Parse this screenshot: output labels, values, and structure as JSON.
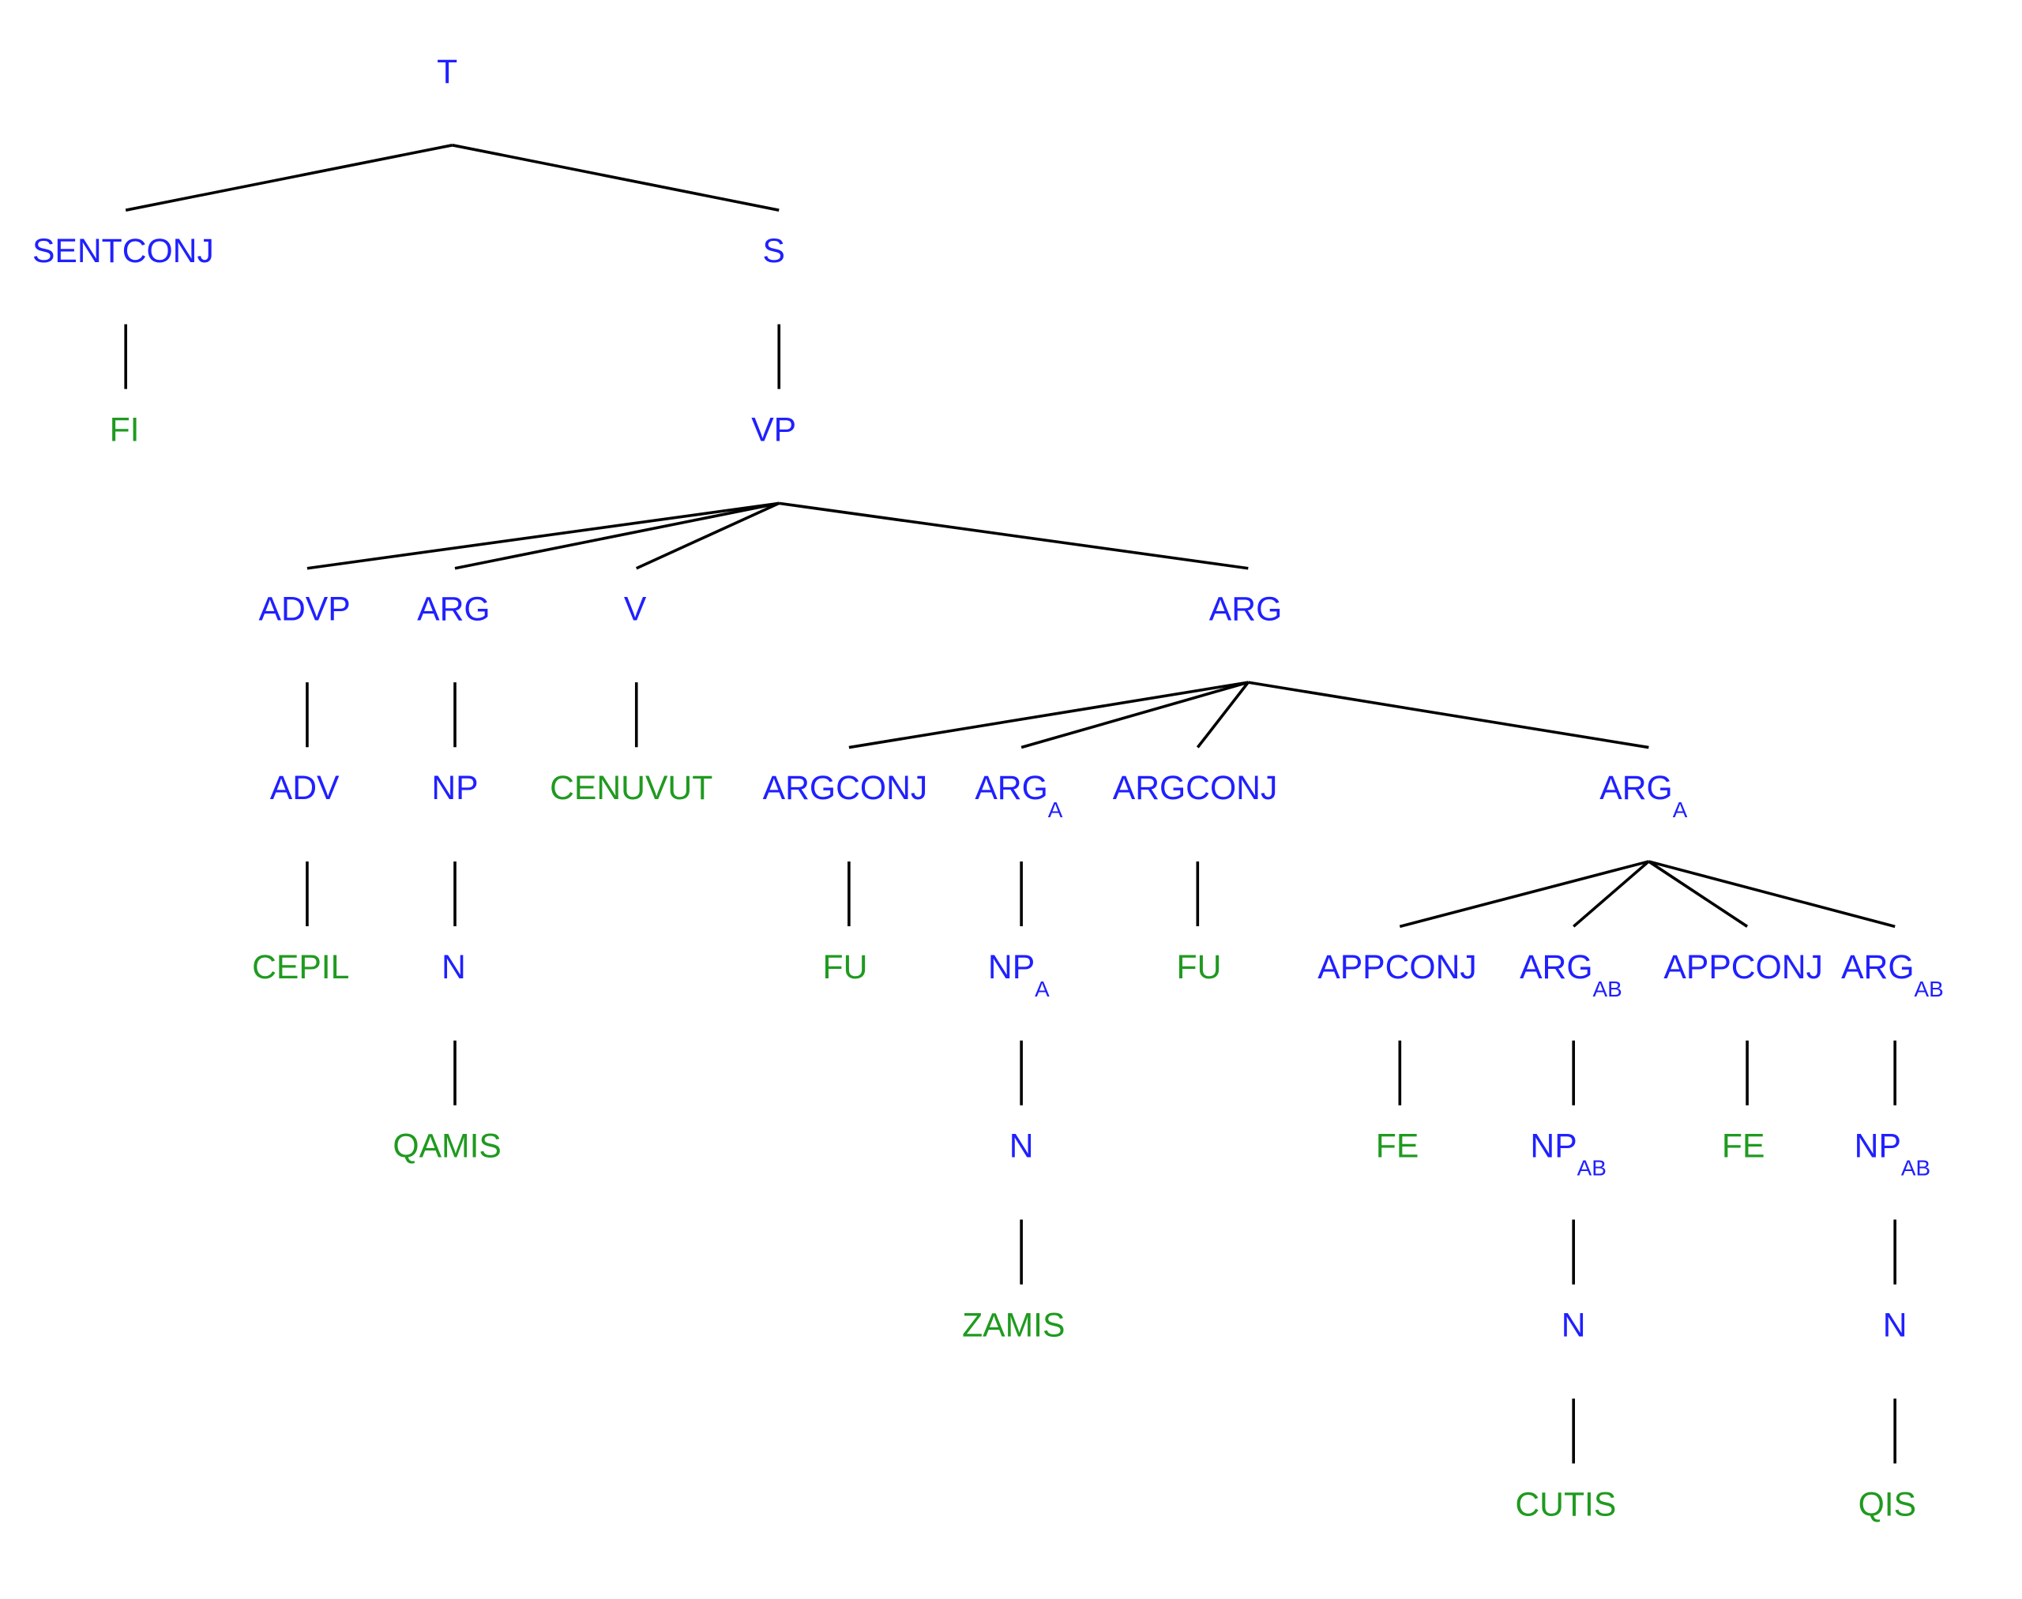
{
  "colors": {
    "nonterminal": "#2020ff",
    "terminal": "#1f9a1f",
    "edge": "#000000"
  },
  "tree": {
    "nodes": [
      {
        "label": "T",
        "sub": "",
        "kind": "nonterminal",
        "parent": -1
      },
      {
        "label": "SENTCONJ",
        "sub": "",
        "kind": "nonterminal",
        "parent": 0
      },
      {
        "label": "S",
        "sub": "",
        "kind": "nonterminal",
        "parent": 0
      },
      {
        "label": "FI",
        "sub": "",
        "kind": "terminal",
        "parent": 1
      },
      {
        "label": "VP",
        "sub": "",
        "kind": "nonterminal",
        "parent": 2
      },
      {
        "label": "ADVP",
        "sub": "",
        "kind": "nonterminal",
        "parent": 4
      },
      {
        "label": "ARG",
        "sub": "",
        "kind": "nonterminal",
        "parent": 4
      },
      {
        "label": "V",
        "sub": "",
        "kind": "nonterminal",
        "parent": 4
      },
      {
        "label": "ARG",
        "sub": "",
        "kind": "nonterminal",
        "parent": 4
      },
      {
        "label": "ADV",
        "sub": "",
        "kind": "nonterminal",
        "parent": 5
      },
      {
        "label": "NP",
        "sub": "",
        "kind": "nonterminal",
        "parent": 6
      },
      {
        "label": "CENUVUT",
        "sub": "",
        "kind": "terminal",
        "parent": 7
      },
      {
        "label": "ARGCONJ",
        "sub": "",
        "kind": "nonterminal",
        "parent": 8
      },
      {
        "label": "ARG",
        "sub": "A",
        "kind": "nonterminal",
        "parent": 8
      },
      {
        "label": "ARGCONJ",
        "sub": "",
        "kind": "nonterminal",
        "parent": 8
      },
      {
        "label": "ARG",
        "sub": "A",
        "kind": "nonterminal",
        "parent": 8
      },
      {
        "label": "CEPIL",
        "sub": "",
        "kind": "terminal",
        "parent": 9
      },
      {
        "label": "N",
        "sub": "",
        "kind": "nonterminal",
        "parent": 10
      },
      {
        "label": "FU",
        "sub": "",
        "kind": "terminal",
        "parent": 12
      },
      {
        "label": "NP",
        "sub": "A",
        "kind": "nonterminal",
        "parent": 13
      },
      {
        "label": "FU",
        "sub": "",
        "kind": "terminal",
        "parent": 14
      },
      {
        "label": "APPCONJ",
        "sub": "",
        "kind": "nonterminal",
        "parent": 15
      },
      {
        "label": "ARG",
        "sub": "AB",
        "kind": "nonterminal",
        "parent": 15
      },
      {
        "label": "APPCONJ",
        "sub": "",
        "kind": "nonterminal",
        "parent": 15
      },
      {
        "label": "ARG",
        "sub": "AB",
        "kind": "nonterminal",
        "parent": 15
      },
      {
        "label": "QAMIS",
        "sub": "",
        "kind": "terminal",
        "parent": 17
      },
      {
        "label": "N",
        "sub": "",
        "kind": "nonterminal",
        "parent": 19
      },
      {
        "label": "FE",
        "sub": "",
        "kind": "terminal",
        "parent": 21
      },
      {
        "label": "NP",
        "sub": "AB",
        "kind": "nonterminal",
        "parent": 22
      },
      {
        "label": "FE",
        "sub": "",
        "kind": "terminal",
        "parent": 23
      },
      {
        "label": "NP",
        "sub": "AB",
        "kind": "nonterminal",
        "parent": 24
      },
      {
        "label": "ZAMIS",
        "sub": "",
        "kind": "terminal",
        "parent": 26
      },
      {
        "label": "N",
        "sub": "",
        "kind": "nonterminal",
        "parent": 28
      },
      {
        "label": "N",
        "sub": "",
        "kind": "nonterminal",
        "parent": 30
      },
      {
        "label": "CUTIS",
        "sub": "",
        "kind": "terminal",
        "parent": 32
      },
      {
        "label": "QIS",
        "sub": "",
        "kind": "terminal",
        "parent": 33
      }
    ]
  }
}
